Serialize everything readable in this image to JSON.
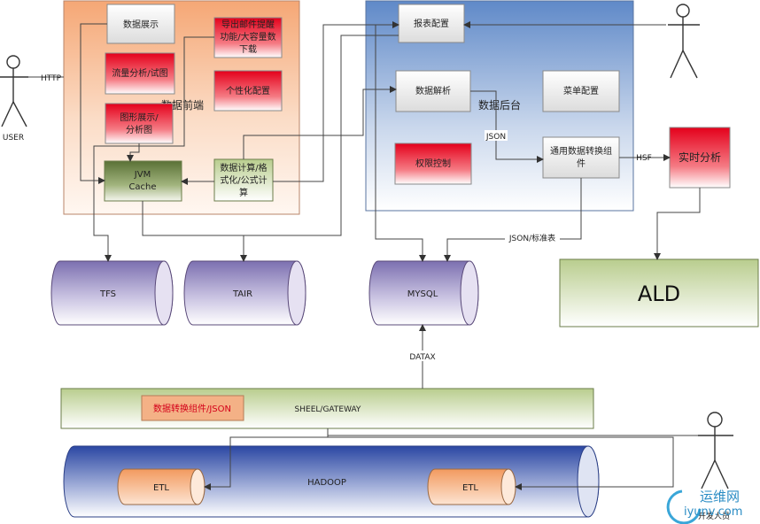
{
  "frontend": {
    "title": "数据前端",
    "data_display": "数据展示",
    "export_mail": [
      "导出邮件提醒",
      "功能/大容量数",
      "下载"
    ],
    "traffic_analysis": [
      "流量分析/试图"
    ],
    "personalization": "个性化配置",
    "graph_display": [
      "图形展示/",
      "分析图"
    ],
    "jvm_cache": [
      "JVM",
      "Cache"
    ],
    "data_calc": [
      "数据计算/格",
      "式化/公式计",
      "算"
    ]
  },
  "backend": {
    "title": "数据后台",
    "report_config": "报表配置",
    "data_parse": "数据解析",
    "menu_config": "菜单配置",
    "permission": "权限控制",
    "converter": [
      "通用数据转换组",
      "件"
    ]
  },
  "actors": {
    "user": "USER",
    "developer": "开发人员"
  },
  "links": {
    "http": "HTTP",
    "json": "JSON",
    "hsf": "HSF",
    "json_standard": "JSON/标准表",
    "datax": "DATAX"
  },
  "realtime": "实时分析",
  "ald": "ALD",
  "storage": {
    "tfs": "TFS",
    "tair": "TAIR",
    "mysql": "MYSQL",
    "hadoop": "HADOOP",
    "etl_left": "ETL",
    "etl_right": "ETL"
  },
  "gateway": {
    "label": "SHEEL/GATEWAY",
    "converter_json": "数据转换组件/JSON"
  },
  "watermark": {
    "brand": "运维网",
    "url": "iyunv.com"
  },
  "colors": {
    "frontend_panel": "#f3b088",
    "backend_panel": "#6f95cc",
    "red_box": "#e8001a",
    "olive": "#687d3f",
    "cylinder": "#8c7fb8",
    "hadoop": "#3451a8",
    "etl": "#f2a670",
    "green_panel": "#c0d39a"
  }
}
